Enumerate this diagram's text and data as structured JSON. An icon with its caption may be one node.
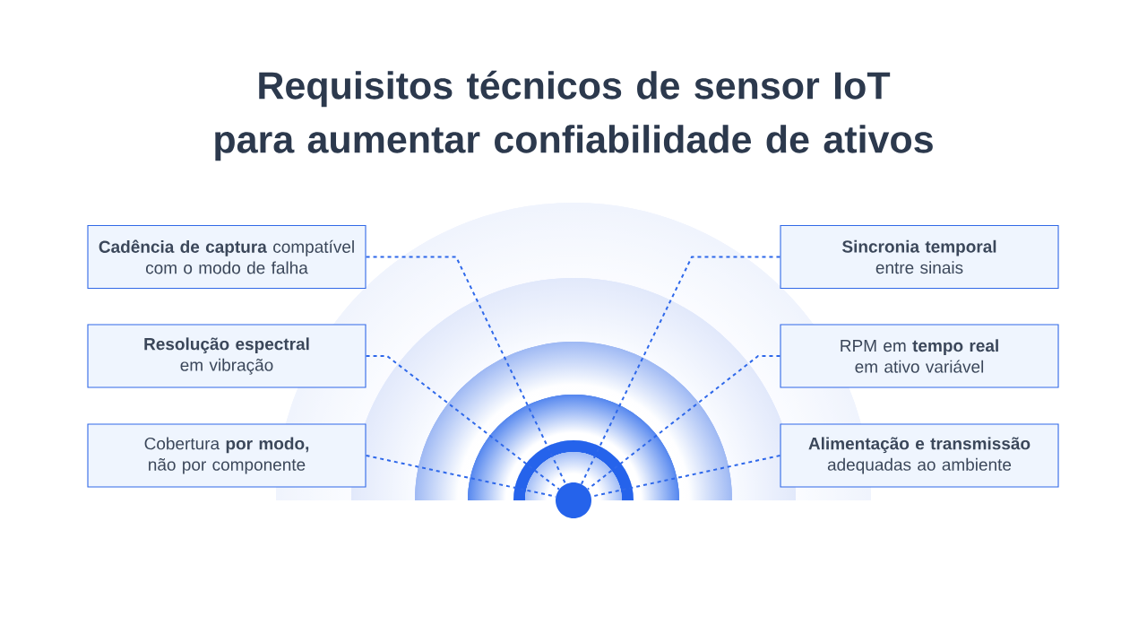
{
  "diagram": {
    "title": "Requisitos técnicos de sensor IoT para aumentar confiabilidade de ativos",
    "nodes": [
      {
        "text": [
          "**Cadência de captura** compatível com o modo de falha"
        ]
      },
      {
        "text": [
          "**Sincronia temporal** entre sinais"
        ]
      },
      {
        "text": [
          "**Resolução espectral** em vibração"
        ]
      },
      {
        "text": [
          "RPM em **tempo real** em ativo variável"
        ]
      },
      {
        "text": [
          "Cobertura **por modo,** não por componente"
        ]
      },
      {
        "text": [
          "**Alimentação e transmissão** adequadas ao ambiente"
        ]
      },
      {
        "text": [],
        "shape": "circle"
      }
    ],
    "edges": [
      {
        "from": 0,
        "to": 6,
        "arrow": "none",
        "style": "dashed"
      },
      {
        "from": 1,
        "to": 6,
        "arrow": "none",
        "style": "dashed"
      },
      {
        "from": 2,
        "to": 6,
        "arrow": "none",
        "style": "dashed"
      },
      {
        "from": 3,
        "to": 6,
        "arrow": "none",
        "style": "dashed"
      },
      {
        "from": 4,
        "to": 6,
        "arrow": "none",
        "style": "dashed"
      },
      {
        "from": 5,
        "to": 6,
        "arrow": "none",
        "style": "dashed"
      }
    ]
  }
}
